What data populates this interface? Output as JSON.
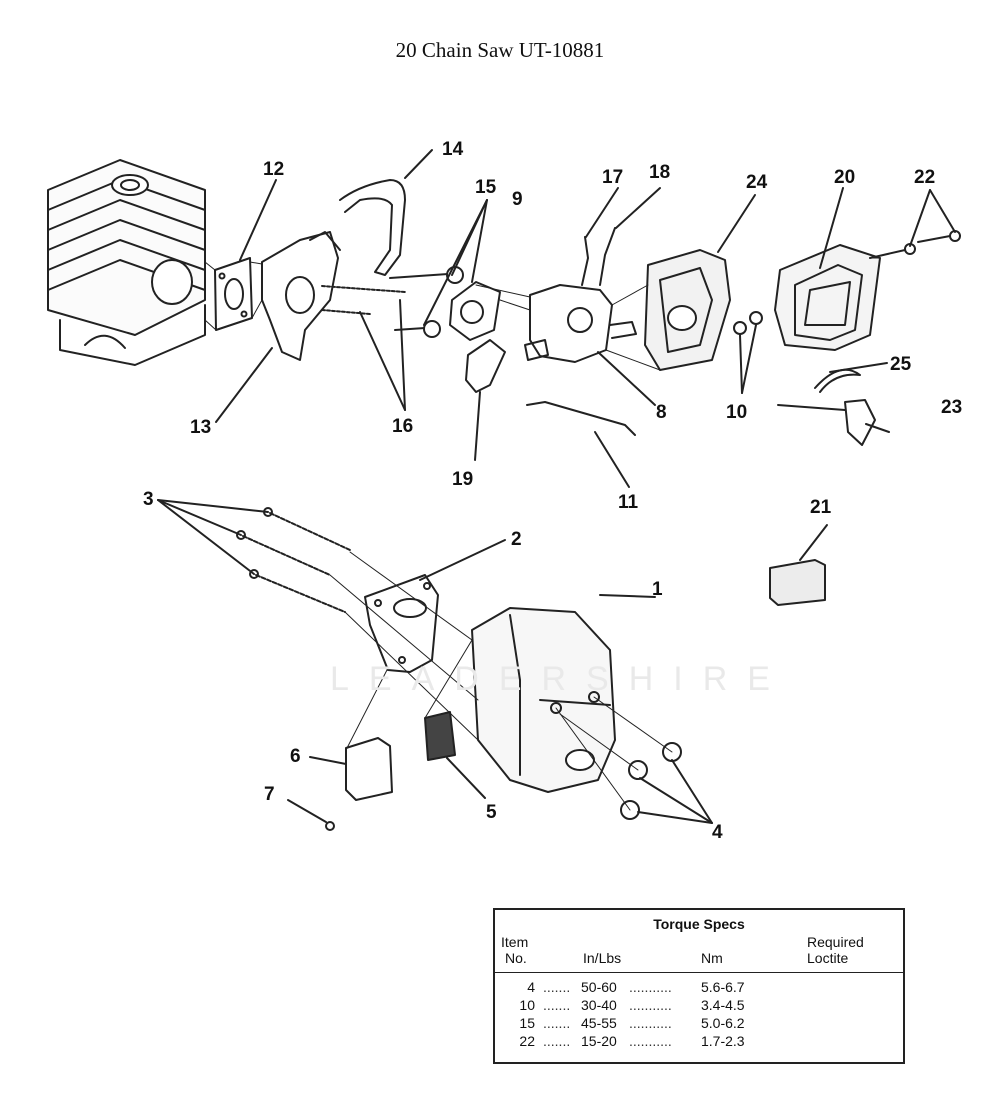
{
  "page": {
    "title": "20 Chain Saw UT-10881"
  },
  "callouts": [
    "1",
    "2",
    "3",
    "4",
    "5",
    "6",
    "7",
    "8",
    "9",
    "10",
    "11",
    "12",
    "13",
    "14",
    "15",
    "16",
    "17",
    "18",
    "19",
    "20",
    "21",
    "22",
    "23",
    "24",
    "25"
  ],
  "watermark": "LEADERSHIRE",
  "torque_table": {
    "caption": "Torque Specs",
    "headers": {
      "item_line1": "Item",
      "item_line2": "No.",
      "inlbs": "In/Lbs",
      "nm": "Nm",
      "req_line1": "Required",
      "req_line2": "Loctite"
    },
    "rows": [
      {
        "item": "4",
        "inlbs": "50-60",
        "nm": "5.6-6.7"
      },
      {
        "item": "10",
        "inlbs": "30-40",
        "nm": "3.4-4.5"
      },
      {
        "item": "15",
        "inlbs": "45-55",
        "nm": "5.0-6.2"
      },
      {
        "item": "22",
        "inlbs": "15-20",
        "nm": "1.7-2.3"
      }
    ]
  }
}
